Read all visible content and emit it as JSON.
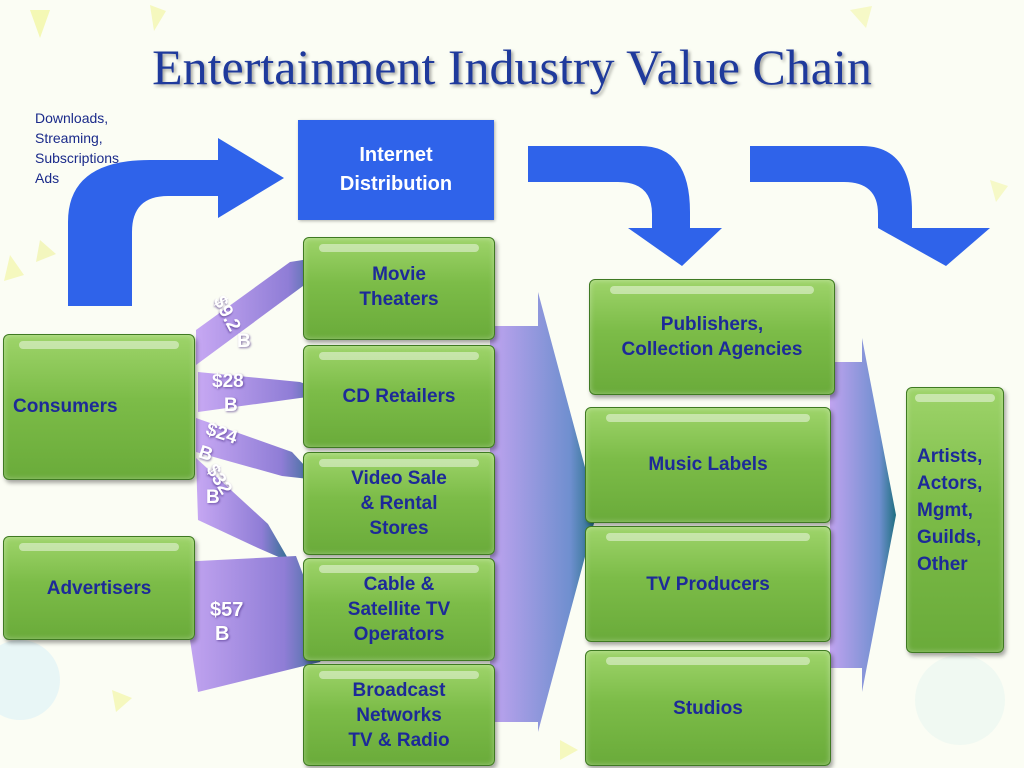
{
  "title": "Entertainment Industry Value Chain",
  "internet_note": [
    "Downloads,",
    "Streaming,",
    "Subscriptions",
    "Ads"
  ],
  "internet_box": [
    "Internet",
    "Distribution"
  ],
  "sources": {
    "consumers": "Consumers",
    "advertisers": "Advertisers"
  },
  "distributors": {
    "movie_theaters": [
      "Movie",
      "Theaters"
    ],
    "cd_retailers": [
      "CD Retailers"
    ],
    "video_stores": [
      "Video Sale",
      "& Rental",
      "Stores"
    ],
    "cable_satellite": [
      "Cable &",
      "Satellite TV",
      "Operators"
    ],
    "broadcast": [
      "Broadcast",
      "Networks",
      "TV & Radio"
    ]
  },
  "producers": {
    "publishers": [
      "Publishers,",
      "Collection Agencies"
    ],
    "music_labels": [
      "Music Labels"
    ],
    "tv_producers": [
      "TV Producers"
    ],
    "studios": [
      "Studios"
    ]
  },
  "talent": [
    "Artists,",
    "Actors,",
    "Mgmt,",
    "Guilds,",
    "Other"
  ],
  "flows": {
    "movie": [
      "$9.2",
      "B"
    ],
    "cd": [
      "$28",
      "B"
    ],
    "video": [
      "$24",
      "B"
    ],
    "cable": [
      "$32",
      "B"
    ],
    "ads": [
      "$57",
      "B"
    ]
  },
  "colors": {
    "title": "#1f3a9c",
    "box_text": "#1d2a98",
    "internet_blue": "#2f63ea",
    "green": "#7cbc48",
    "flow_purple": "#c9b0f2"
  }
}
